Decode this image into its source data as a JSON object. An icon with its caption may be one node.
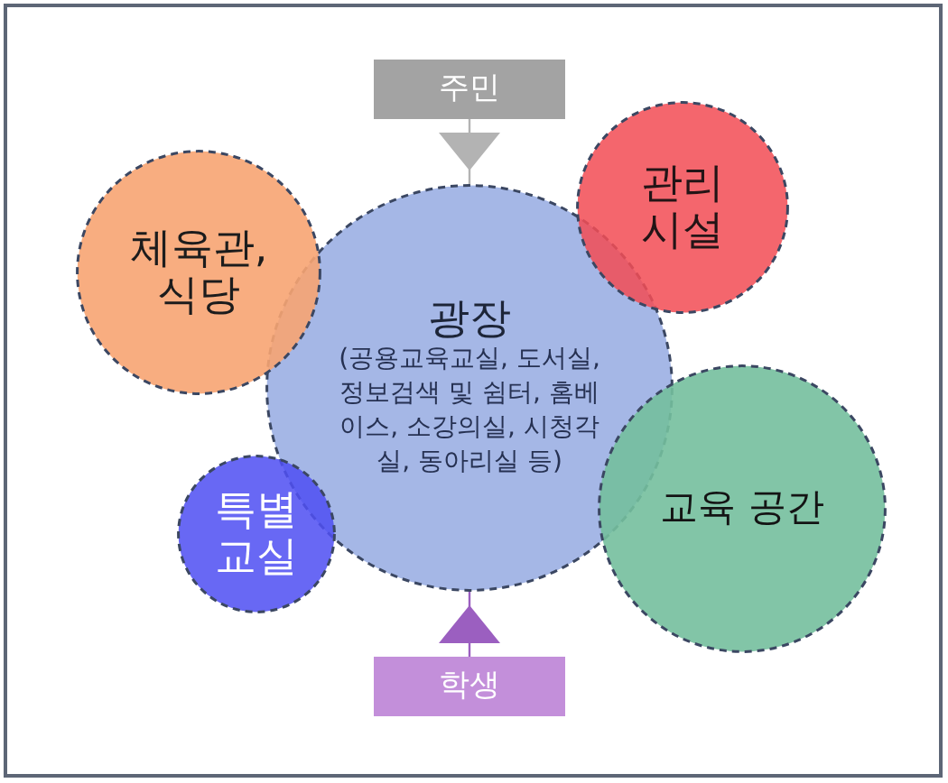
{
  "diagram": {
    "nodes": [
      {
        "text": [
          "주민"
        ]
      },
      {
        "text": [
          "체육관, 식당"
        ]
      },
      {
        "text": [
          "관리 시설"
        ]
      },
      {
        "text": [
          "광장",
          "(공용교육교실, 도서실, 정보검색 및 쉼터, 홈베이스, 소강의실, 시청각실, 동아리실 등)"
        ]
      },
      {
        "text": [
          "특별 교실"
        ]
      },
      {
        "text": [
          "교육 공간"
        ]
      },
      {
        "text": [
          "학생"
        ]
      }
    ],
    "edges": [
      {
        "from": 0,
        "to": 3,
        "arrow": "to",
        "color": "#b3b3b3"
      },
      {
        "from": 6,
        "to": 3,
        "arrow": "to",
        "color": "#9b5fc0"
      }
    ]
  }
}
